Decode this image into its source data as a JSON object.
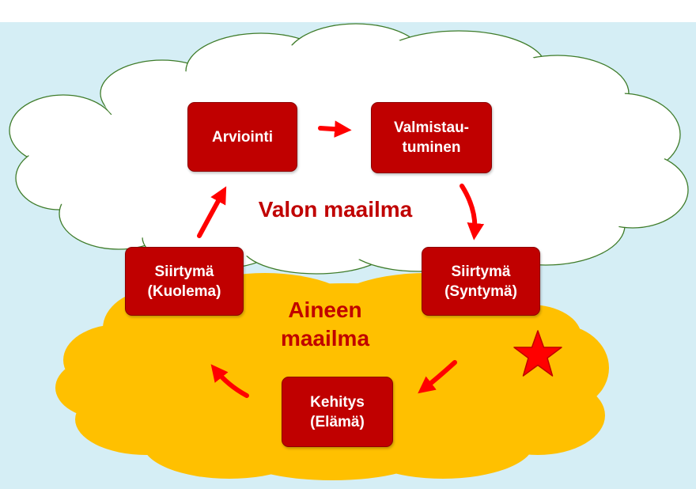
{
  "colors": {
    "sky": "#d5eef5",
    "light_cloud": "#ffffff",
    "light_cloud_outline": "#3f7c2a",
    "matter_cloud": "#ffc000",
    "box_fill": "#c00000",
    "arrow": "#ff0000",
    "label": "#c00000",
    "star": "#ff0000"
  },
  "regions": {
    "light_world": "Valon maailma",
    "matter_world_line1": "Aineen",
    "matter_world_line2": "maailma"
  },
  "stages": {
    "evaluation": {
      "line1": "Arviointi"
    },
    "preparation": {
      "line1": "Valmistau-",
      "line2": "tuminen"
    },
    "transition_birth": {
      "line1": "Siirtymä",
      "line2": "(Syntymä)"
    },
    "development": {
      "line1": "Kehitys",
      "line2": "(Elämä)"
    },
    "transition_death": {
      "line1": "Siirtymä",
      "line2": "(Kuolema)"
    }
  },
  "icons": {
    "cycle_arrow": "curved-arrow-icon",
    "marker": "star-icon"
  }
}
